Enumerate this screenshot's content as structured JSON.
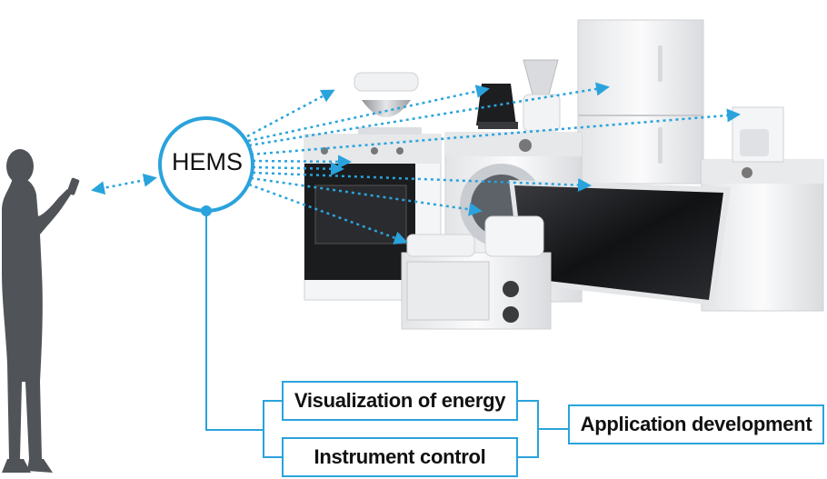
{
  "hub": {
    "label": "HEMS"
  },
  "functions": [
    {
      "label": "Visualization of energy"
    },
    {
      "label": "Instrument control"
    }
  ],
  "outcome": {
    "label": "Application development"
  },
  "colors": {
    "accent": "#2aa3dc",
    "silhouette": "#505357",
    "appliance_white": "#f2f3f4",
    "appliance_dark": "#1b1c1e"
  },
  "icons": [
    "person-with-smartphone-icon",
    "home-appliances-group-icon"
  ]
}
